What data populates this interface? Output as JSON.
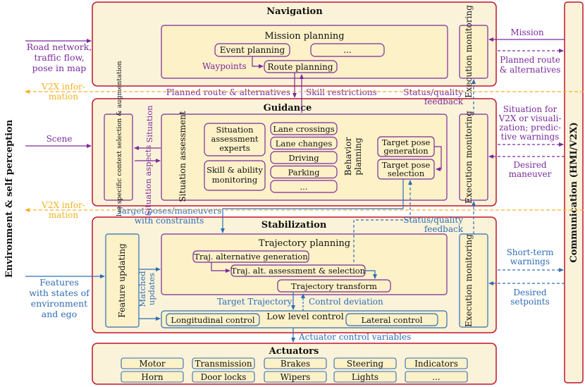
{
  "colors": {
    "layer_border": "#c0142b",
    "layer_fill": "#fbf3d9",
    "inner_fill": "#fdf1c8",
    "purple": "#7a2b9c",
    "blue": "#2f6db5",
    "orange": "#f2b124",
    "text": "#111111"
  },
  "left_label": "Environment & self perception",
  "right_label": "Communication (HMI/V2X)",
  "navigation": {
    "title": "Navigation",
    "mission_planning": "Mission planning",
    "event_planning": "Event planning",
    "ellipsis": "...",
    "waypoints": "Waypoints",
    "route_planning": "Route planning",
    "exec_monitoring": "Execution monitoring"
  },
  "guidance": {
    "title": "Guidance",
    "goals": "Goals & value specific context selection & augmentation",
    "situation": "Situation",
    "situation_aspects": "Situation aspects",
    "situation_assessment": "Situation assessment",
    "experts": "Situation assessment experts",
    "skill_monitoring": "Skill & ability monitoring",
    "behaviors": [
      "Lane crossings",
      "Lane changes",
      "Driving",
      "Parking",
      "..."
    ],
    "behavior_planning": "Behavior planning",
    "target_pose_generation": "Target pose generation",
    "target_pose_selection": "Target pose selection",
    "exec_monitoring": "Execution monitoring"
  },
  "stabilization": {
    "title": "Stabilization",
    "feature_updating": "Feature updating",
    "matched_updates": "Matched updates",
    "trajectory_planning": "Trajectory planning",
    "traj_alt_generation": "Traj. alternative generation",
    "traj_alt_assessment": "Traj. alt. assessment & selection",
    "trajectory_transform": "Trajectory transform",
    "target_trajectory": "Target Trajectory",
    "control_deviation": "Control deviation",
    "low_level_control": "Low level control",
    "longitudinal_control": "Longitudinal control",
    "lateral_control": "Lateral control",
    "exec_monitoring": "Execution monitoring"
  },
  "actuators": {
    "title": "Actuators",
    "row1": [
      "Motor",
      "Transmission",
      "Brakes",
      "Steering",
      "Indicators"
    ],
    "row2": [
      "Horn",
      "Door locks",
      "Wipers",
      "Lights",
      "..."
    ]
  },
  "left_inputs": {
    "road_network": [
      "Road network,",
      "traffic flow,",
      "pose in map"
    ],
    "v2x_info_1": [
      "V2X infor-",
      "mation"
    ],
    "scene": "Scene",
    "v2x_info_2": [
      "V2X infor-",
      "mation"
    ],
    "features": [
      "Features",
      "with states of",
      "environment",
      "and ego"
    ]
  },
  "right_io": {
    "mission": "Mission",
    "planned_route": [
      "Planned route",
      "& alternatives"
    ],
    "situation_v2x": [
      "Situation for",
      "V2X or visuali-",
      "zation; predic-",
      "tive warnings"
    ],
    "desired_maneuver": [
      "Desired",
      "maneuver"
    ],
    "short_term_warnings": [
      "Short-term",
      "warnings"
    ],
    "desired_setpoints": [
      "Desired",
      "setpoints"
    ]
  },
  "flows": {
    "planned_route_alternatives": "Planned route & alternatives",
    "skill_restrictions": "Skill restrictions",
    "status_quality_feedback_1": [
      "Status/quality",
      "feedback"
    ],
    "target_poses": [
      "Target poses/maneuvers",
      "with constraints"
    ],
    "status_quality_feedback_2": [
      "Status/quality",
      "feedback"
    ],
    "actuator_control_variables": "Actuator control variables"
  }
}
